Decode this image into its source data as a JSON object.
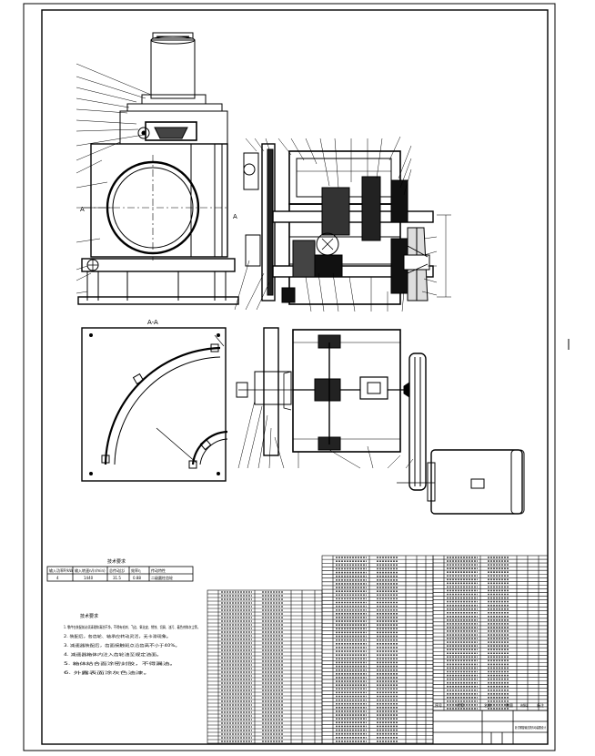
{
  "drawing": {
    "section_label": "A-A",
    "view_marker": "A",
    "tech_title": "技术要求",
    "tech_lines": [
      "1. 零件在装配前必须清理和清洗干净，不得有毛刺、飞边、氧化皮、锈蚀、切屑、油污、着色剂和灰尘等。",
      "2. 装配后，各齿轮、轴承应转动灵活，无卡滞现象。",
      "3. 减速器装配后，齿面接触斑点沿齿高不小于40%。",
      "4. 减速器箱体内注入齿轮油至规定油面。",
      "5. 箱体结合面涂密封胶，不得漏油。",
      "6. 外露表面涂灰色油漆。"
    ],
    "spec_table": {
      "headers": [
        "输入功率P/kW",
        "输入转速n/(r/min)",
        "总传动比i",
        "效率η",
        "传动特性"
      ],
      "values": [
        "4",
        "1440",
        "31.5",
        "0.88",
        "二级圆柱齿轮"
      ]
    },
    "title_block": {
      "labels": [
        "序号",
        "代号",
        "名称",
        "数量",
        "材料",
        "备注"
      ],
      "project": "卧式螺旋输送机传动装置设计"
    }
  }
}
